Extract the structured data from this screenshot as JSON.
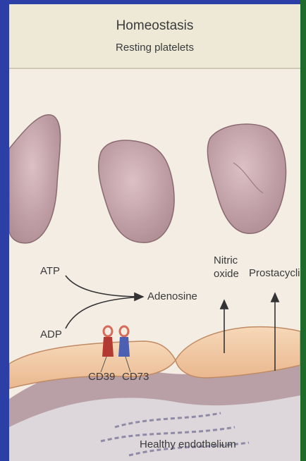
{
  "header": {
    "title": "Homeostasis",
    "subtitle": "Resting platelets"
  },
  "labels": {
    "atp": "ATP",
    "adp": "ADP",
    "adenosine": "Adenosine",
    "nitric_oxide_line1": "Nitric",
    "nitric_oxide_line2": "oxide",
    "prostacyclin": "Prostacyclin",
    "cd39": "CD39",
    "cd73": "CD73",
    "healthy_endothelium": "Healthy endothelium"
  },
  "colors": {
    "platelet": "#c9a7ad",
    "platelet_outline": "#8a6a70",
    "endothelium": "#f1c9a4",
    "tissue": "#b59aa0",
    "cd39": "#c0433b",
    "cd73": "#4b63b8",
    "arrow": "#333333"
  }
}
